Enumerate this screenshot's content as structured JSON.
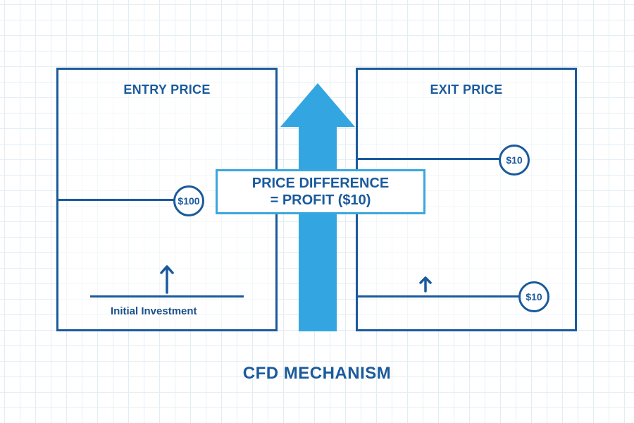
{
  "entry": {
    "title": "ENTRY PRICE",
    "coin": "$100",
    "caption": "Initial Investment"
  },
  "exit": {
    "title": "EXIT PRICE",
    "coin_top": "$10",
    "coin_bottom": "$10"
  },
  "difference": {
    "line1": "PRICE DIFFERENCE",
    "line2": "= PROFIT ($10)"
  },
  "title": "CFD MECHANISM",
  "colors": {
    "dark_blue": "#1a5a9c",
    "light_blue": "#3aa7dd",
    "grid": "#e3eef3"
  },
  "icons": [
    "up-arrow-icon",
    "coin-icon"
  ]
}
